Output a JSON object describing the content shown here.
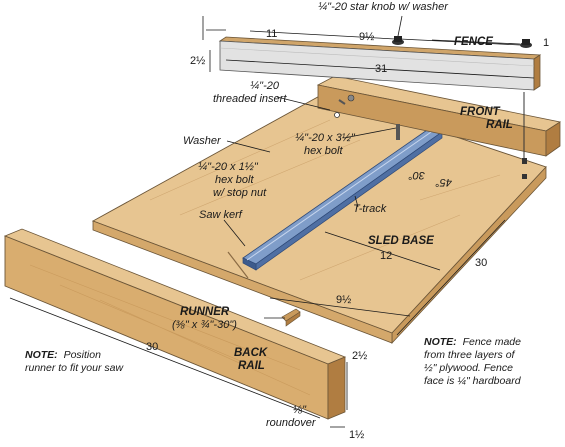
{
  "labels": {
    "star_knob": "¼\"-20 star knob w/ washer",
    "fence": "FENCE",
    "front_rail_1": "FRONT",
    "front_rail_2": "RAIL",
    "insert_1": "¼\"-20",
    "insert_2": "threaded insert",
    "washer": "Washer",
    "hexbolt_short_1": "¼\"-20 x 3½\"",
    "hexbolt_short_2": "hex bolt",
    "hexbolt_long_1": "¼\"-20 x 1½\"",
    "hexbolt_long_2": "hex bolt",
    "hexbolt_long_3": "w/ stop nut",
    "saw_kerf": "Saw kerf",
    "t_track": "T-track",
    "sled_base": "SLED BASE",
    "runner_1": "RUNNER",
    "runner_2": "(⅜\" x ¾\"-30\")",
    "back_rail_1": "BACK",
    "back_rail_2": "RAIL",
    "roundover_1": "⅛\"",
    "roundover_2": "roundover",
    "angle_30": "30°",
    "angle_45": "45°"
  },
  "dimensions": {
    "fence_offset": "11",
    "fence_knob": "9½",
    "fence_end": "1",
    "fence_height": "2½",
    "fence_length": "31",
    "base_12": "12",
    "base_30": "30",
    "runner_offset": "9½",
    "back_rail_length": "30",
    "back_rail_height": "2½",
    "back_rail_thickness": "1½"
  },
  "notes": {
    "note_left_bold": "NOTE:",
    "note_left_1": "Position",
    "note_left_2": "runner to fit your saw",
    "note_right_bold": "NOTE:",
    "note_right_1": "Fence made",
    "note_right_2": "from three layers of",
    "note_right_3": "½\" plywood. Fence",
    "note_right_4": "face is ¼\" hardboard"
  },
  "colors": {
    "wood_top": "#e6c48f",
    "wood_side": "#c99a5c",
    "wood_dark": "#b07d41",
    "fence_face": "#d9d9d9",
    "track_blue": "#5b7fb5"
  }
}
